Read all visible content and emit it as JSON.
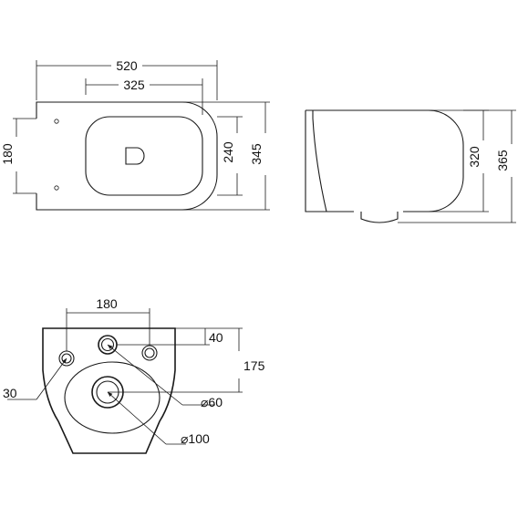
{
  "top_view": {
    "length_overall": "520",
    "length_bowl": "325",
    "width_fixing": "180",
    "width_bowl": "240",
    "width_overall": "345"
  },
  "side_view": {
    "height_body": "320",
    "height_overall": "365"
  },
  "rear_view": {
    "bolt_spacing": "180",
    "inlet_offset": "40",
    "outlet_height": "175",
    "bolt_diameter": "30",
    "inlet_diameter": "⌀60",
    "outlet_diameter": "⌀100"
  }
}
